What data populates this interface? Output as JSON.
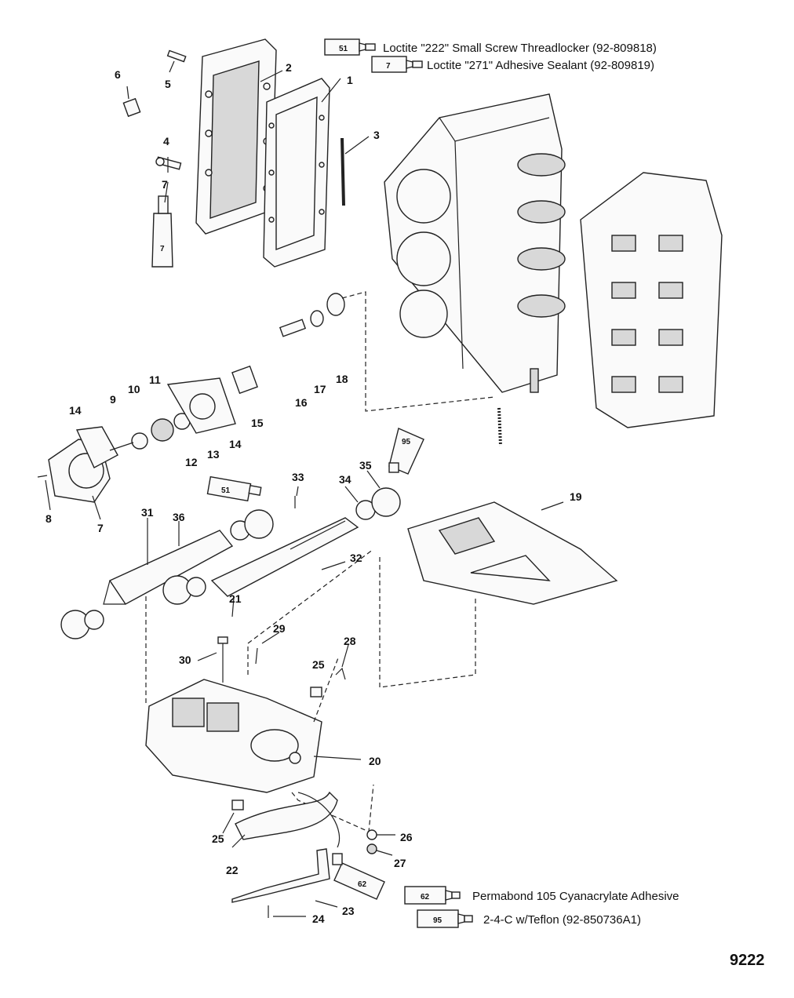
{
  "legend": [
    {
      "number": "51",
      "text": "Loctite \"222\" Small Screw Threadlocker  (92-809818)"
    },
    {
      "number": "7",
      "text": "Loctite \"271\" Adhesive Sealant (92-809819)"
    },
    {
      "number": "62",
      "text": "Permabond 105 Cyanacrylate Adhesive"
    },
    {
      "number": "95",
      "text": "2-4-C w/Teflon (92-850736A1)"
    }
  ],
  "figure_number": "9222",
  "callouts": [
    "1",
    "2",
    "3",
    "4",
    "5",
    "6",
    "7",
    "7",
    "8",
    "9",
    "10",
    "11",
    "12",
    "13",
    "14",
    "14",
    "15",
    "16",
    "17",
    "18",
    "19",
    "20",
    "21",
    "22",
    "23",
    "24",
    "25",
    "25",
    "26",
    "27",
    "28",
    "29",
    "30",
    "31",
    "32",
    "33",
    "34",
    "35",
    "36"
  ],
  "tubes": [
    "7",
    "51",
    "95",
    "62"
  ]
}
